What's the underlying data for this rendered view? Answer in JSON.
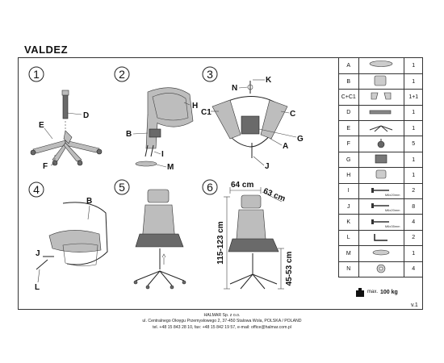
{
  "title": "VALDEZ",
  "steps": [
    "1",
    "2",
    "3",
    "4",
    "5",
    "6"
  ],
  "callouts": {
    "step1": [
      "D",
      "E",
      "F"
    ],
    "step2": [
      "H",
      "B",
      "I",
      "M"
    ],
    "step3": [
      "N",
      "K",
      "C",
      "C1",
      "G",
      "A",
      "J"
    ],
    "step4": [
      "B",
      "J",
      "L"
    ]
  },
  "dimensions": {
    "width": "64 cm",
    "depth": "63 cm",
    "height": "115-123 cm",
    "seat_height": "45-53 cm"
  },
  "parts": [
    {
      "letter": "A",
      "icon": "seat-icon",
      "qty": "1"
    },
    {
      "letter": "B",
      "icon": "backrest-icon",
      "qty": "1"
    },
    {
      "letter": "C+C1",
      "icon": "armrest-pair-icon",
      "qty": "1+1"
    },
    {
      "letter": "D",
      "icon": "gas-lift-icon",
      "qty": "1"
    },
    {
      "letter": "E",
      "icon": "base-icon",
      "qty": "1"
    },
    {
      "letter": "F",
      "icon": "caster-icon",
      "qty": "5"
    },
    {
      "letter": "G",
      "icon": "mechanism-icon",
      "qty": "1"
    },
    {
      "letter": "H",
      "icon": "headrest-icon",
      "qty": "1"
    },
    {
      "letter": "I",
      "icon": "bolt-icon",
      "qty": "2",
      "caption": "M6x20mm"
    },
    {
      "letter": "J",
      "icon": "bolt-icon",
      "qty": "8",
      "caption": "M6x20mm"
    },
    {
      "letter": "K",
      "icon": "bolt-icon",
      "qty": "4",
      "caption": "M6x35mm"
    },
    {
      "letter": "L",
      "icon": "allen-key-icon",
      "qty": "2"
    },
    {
      "letter": "M",
      "icon": "cover-icon",
      "qty": "1"
    },
    {
      "letter": "N",
      "icon": "washer-icon",
      "qty": "4"
    }
  ],
  "max_load": {
    "label": "max.",
    "value": "100 kg"
  },
  "version": "v.1",
  "footer": {
    "line1": "HALMAR Sp. z o.o.",
    "line2": "ul. Centralnego Okręgu Przemysłowego 2, 37-450 Stalowa Wola, POLSKA / POLAND",
    "line3": "tel. +48 15 843 28 10, fax: +48 15 842 19 57, e-mail: office@halmar.com.pl"
  }
}
